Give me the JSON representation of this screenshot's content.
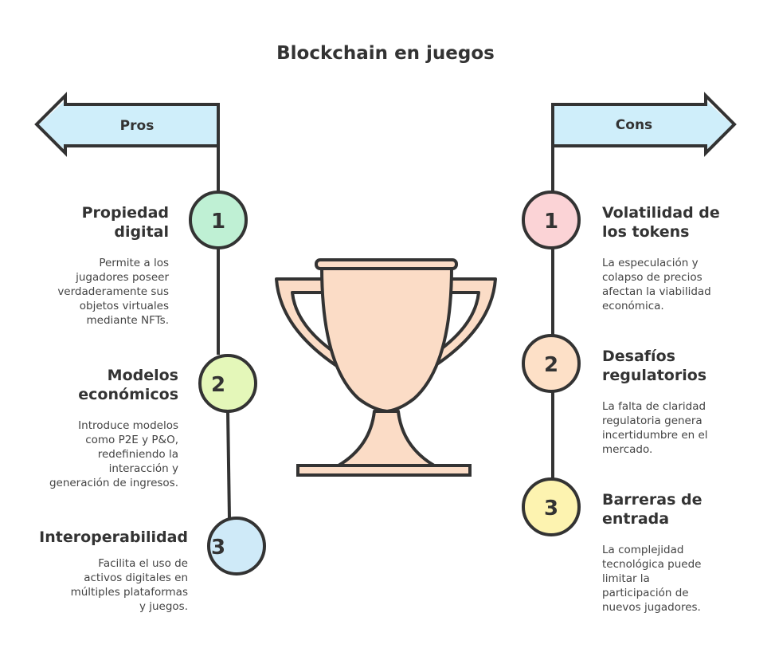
{
  "title": "Blockchain en juegos",
  "pros": {
    "label": "Pros",
    "color": "#cfeefa",
    "items": [
      {
        "number": "1",
        "title_line1": "Propiedad",
        "title_line2": "digital",
        "desc": [
          "Permite a los",
          "jugadores poseer",
          "verdaderamente sus",
          "objetos virtuales",
          "mediante NFTs."
        ],
        "color": "#bff0d4"
      },
      {
        "number": "2",
        "title_line1": "Modelos",
        "title_line2": "económicos",
        "desc": [
          "Introduce modelos",
          "como P2E y P&O,",
          "redefiniendo la",
          "interacción y",
          "generación de ingresos."
        ],
        "color": "#e4f7b9"
      },
      {
        "number": "3",
        "title_line1": "Interoperabilidad",
        "title_line2": "",
        "desc": [
          "Facilita el uso de",
          "activos digitales en",
          "múltiples plataformas",
          "y juegos."
        ],
        "color": "#cfeaf8"
      }
    ]
  },
  "cons": {
    "label": "Cons",
    "color": "#cfeefa",
    "items": [
      {
        "number": "1",
        "title_line1": "Volatilidad de",
        "title_line2": "los tokens",
        "desc": [
          "La especulación y",
          "colapso de precios",
          "afectan la viabilidad",
          "económica."
        ],
        "color": "#fbd3d6"
      },
      {
        "number": "2",
        "title_line1": "Desafíos",
        "title_line2": "regulatorios",
        "desc": [
          "La falta de claridad",
          "regulatoria genera",
          "incertidumbre en el",
          "mercado."
        ],
        "color": "#fde0c7"
      },
      {
        "number": "3",
        "title_line1": "Barreras de",
        "title_line2": "entrada",
        "desc": [
          "La complejidad",
          "tecnológica puede",
          "limitar la",
          "participación de",
          "nuevos jugadores."
        ],
        "color": "#fdf3b0"
      }
    ]
  },
  "trophy": {
    "icon": "trophy-icon",
    "color": "#fbdcc6"
  }
}
